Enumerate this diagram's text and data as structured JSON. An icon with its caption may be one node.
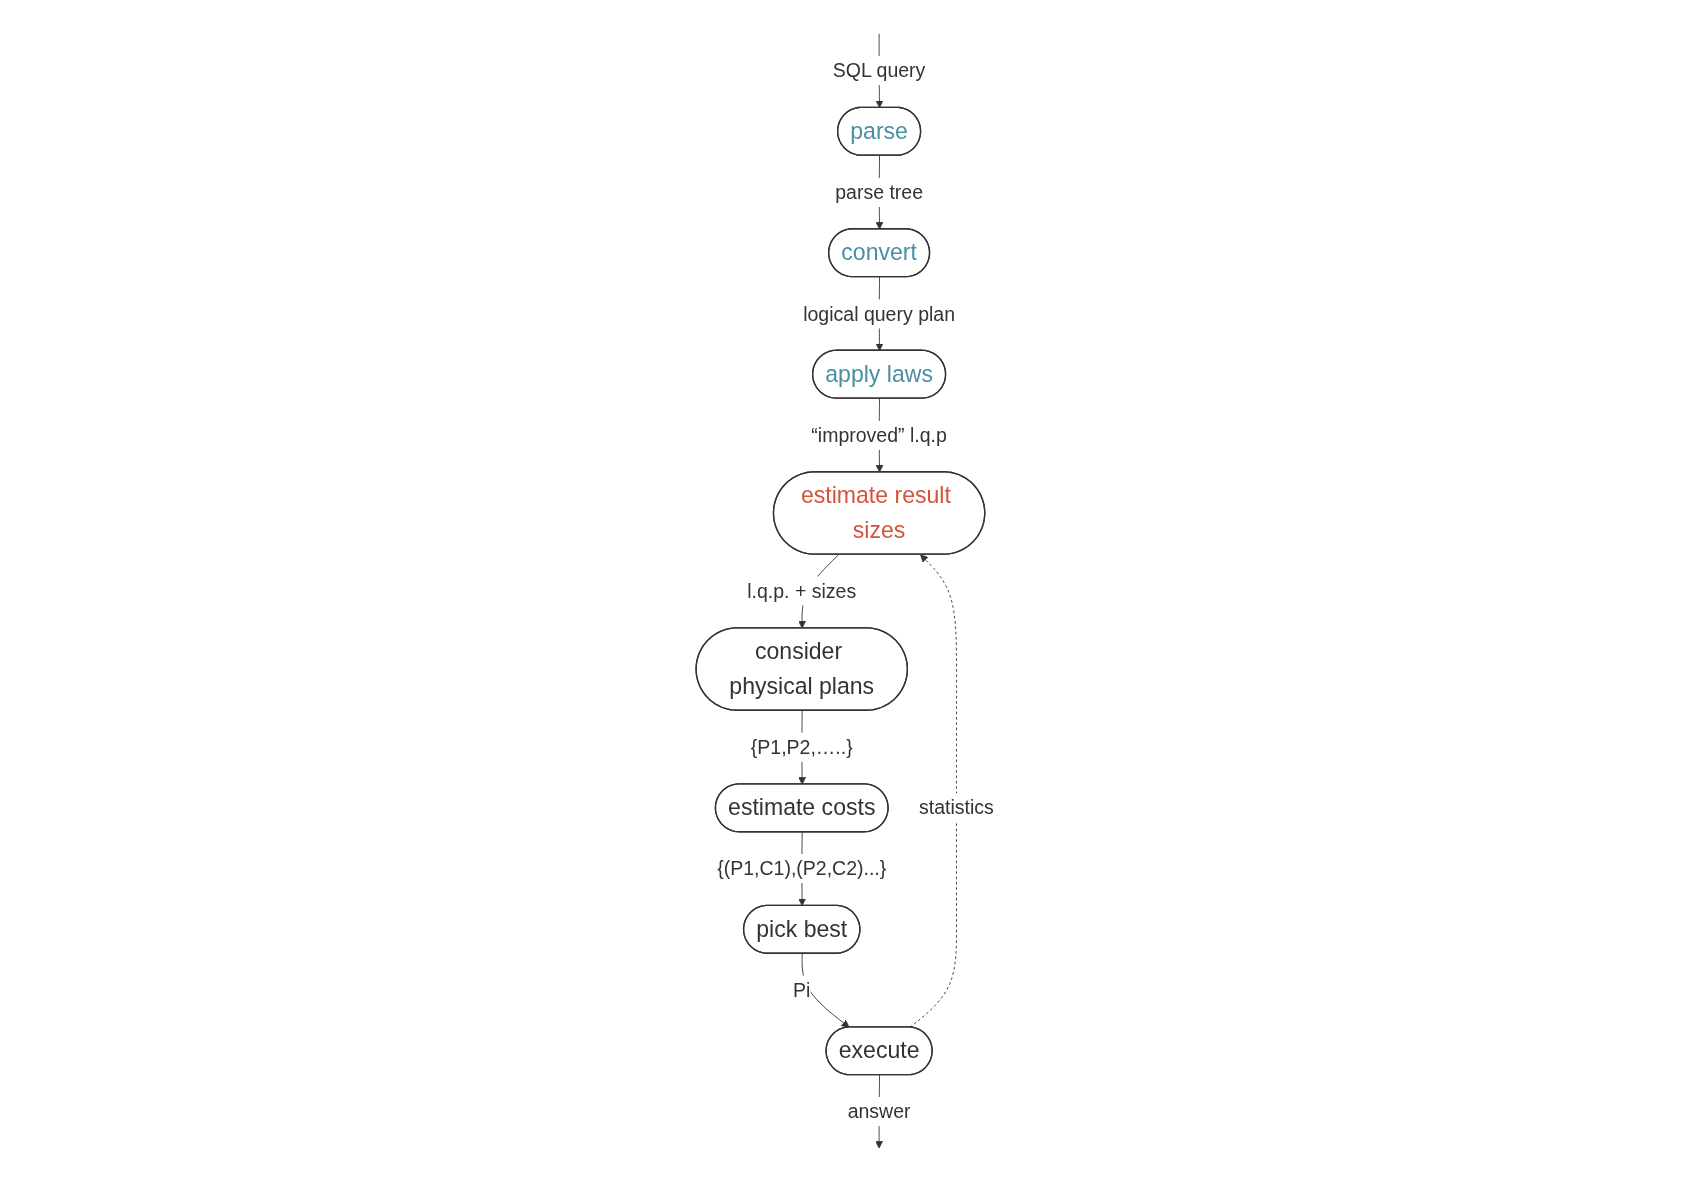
{
  "diagram": {
    "nodes": [
      {
        "text": [
          "parse"
        ]
      },
      {
        "text": [
          "convert"
        ]
      },
      {
        "text": [
          "apply laws"
        ]
      },
      {
        "text": [
          "estimate result sizes"
        ]
      },
      {
        "text": [
          "consider physical plans"
        ]
      },
      {
        "text": [
          "estimate costs"
        ]
      },
      {
        "text": [
          "pick best"
        ]
      },
      {
        "text": [
          "execute"
        ]
      }
    ],
    "edges": [
      {
        "from": null,
        "to": 0,
        "arrow": "to",
        "label": "SQL query"
      },
      {
        "from": 0,
        "to": 1,
        "arrow": "to",
        "label": "parse tree"
      },
      {
        "from": 1,
        "to": 2,
        "arrow": "to",
        "label": "logical query plan"
      },
      {
        "from": 2,
        "to": 3,
        "arrow": "to",
        "label": "“improved” l.q.p"
      },
      {
        "from": 3,
        "to": 4,
        "arrow": "to",
        "label": "l.q.p. + sizes"
      },
      {
        "from": 4,
        "to": 5,
        "arrow": "to",
        "label": "{P1,P2,…..}"
      },
      {
        "from": 5,
        "to": 6,
        "arrow": "to",
        "label": "{(P1,C1),(P2,C2)...}"
      },
      {
        "from": 6,
        "to": 7,
        "arrow": "to",
        "label": "Pi"
      },
      {
        "from": 7,
        "to": 3,
        "arrow": "to",
        "label": "statistics",
        "style": "dashed"
      },
      {
        "from": 7,
        "to": null,
        "arrow": "to",
        "label": "answer"
      }
    ]
  }
}
